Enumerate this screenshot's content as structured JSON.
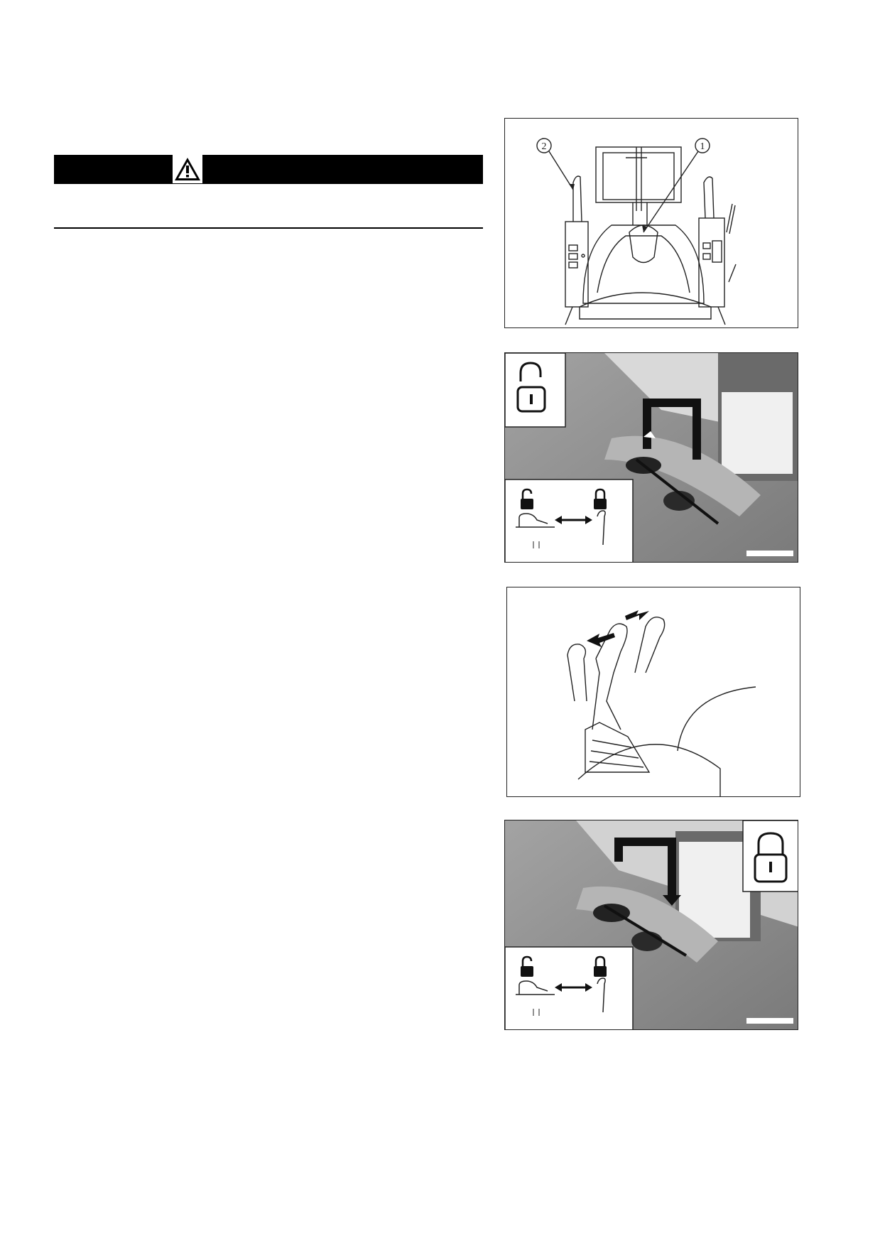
{
  "warning": {
    "icon": "warning-triangle-icon",
    "bar_color": "#000000"
  },
  "figures": [
    {
      "id": "control-layout",
      "callouts": [
        "2",
        "1"
      ],
      "icons": [
        "lock-lever-icon",
        "control-lever-icon"
      ]
    },
    {
      "id": "lock-lever-released",
      "icons": [
        "unlocked-padlock-icon"
      ],
      "inset_icons": [
        "unlocked-padlock-icon",
        "double-arrow-icon",
        "locked-padlock-icon"
      ]
    },
    {
      "id": "control-lever-travel",
      "icons": [
        "control-lever-icon",
        "arrow-left-icon",
        "arrow-right-icon"
      ]
    },
    {
      "id": "lock-lever-locked",
      "icons": [
        "locked-padlock-icon"
      ],
      "inset_icons": [
        "unlocked-padlock-icon",
        "double-arrow-icon",
        "locked-padlock-icon"
      ]
    }
  ],
  "colors": {
    "photo_gray": "#8e8e8e",
    "line": "#222222"
  }
}
